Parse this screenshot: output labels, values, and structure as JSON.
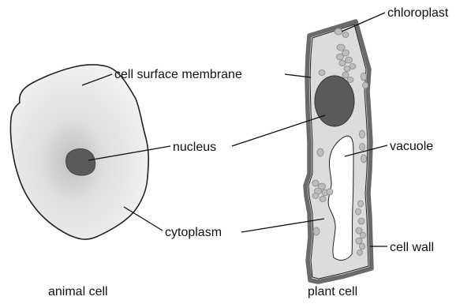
{
  "labels": {
    "chloroplast": "chloroplast",
    "cell_surface_membrane": "cell surface membrane",
    "nucleus": "nucleus",
    "vacuole": "vacuole",
    "cytoplasm": "cytoplasm",
    "cell_wall": "cell wall"
  },
  "captions": {
    "animal": "animal cell",
    "plant": "plant cell"
  },
  "colors": {
    "outline": "#222222",
    "cell_wall": "#6a6a6a",
    "animal_fill_center": "#bdbdbd",
    "animal_fill_edge": "#f4f4f4",
    "plant_cytoplasm": "#dcdcdc",
    "nucleus": "#5a5a5a",
    "chloroplast": "#bdbdbd",
    "vacuole": "#ffffff"
  }
}
